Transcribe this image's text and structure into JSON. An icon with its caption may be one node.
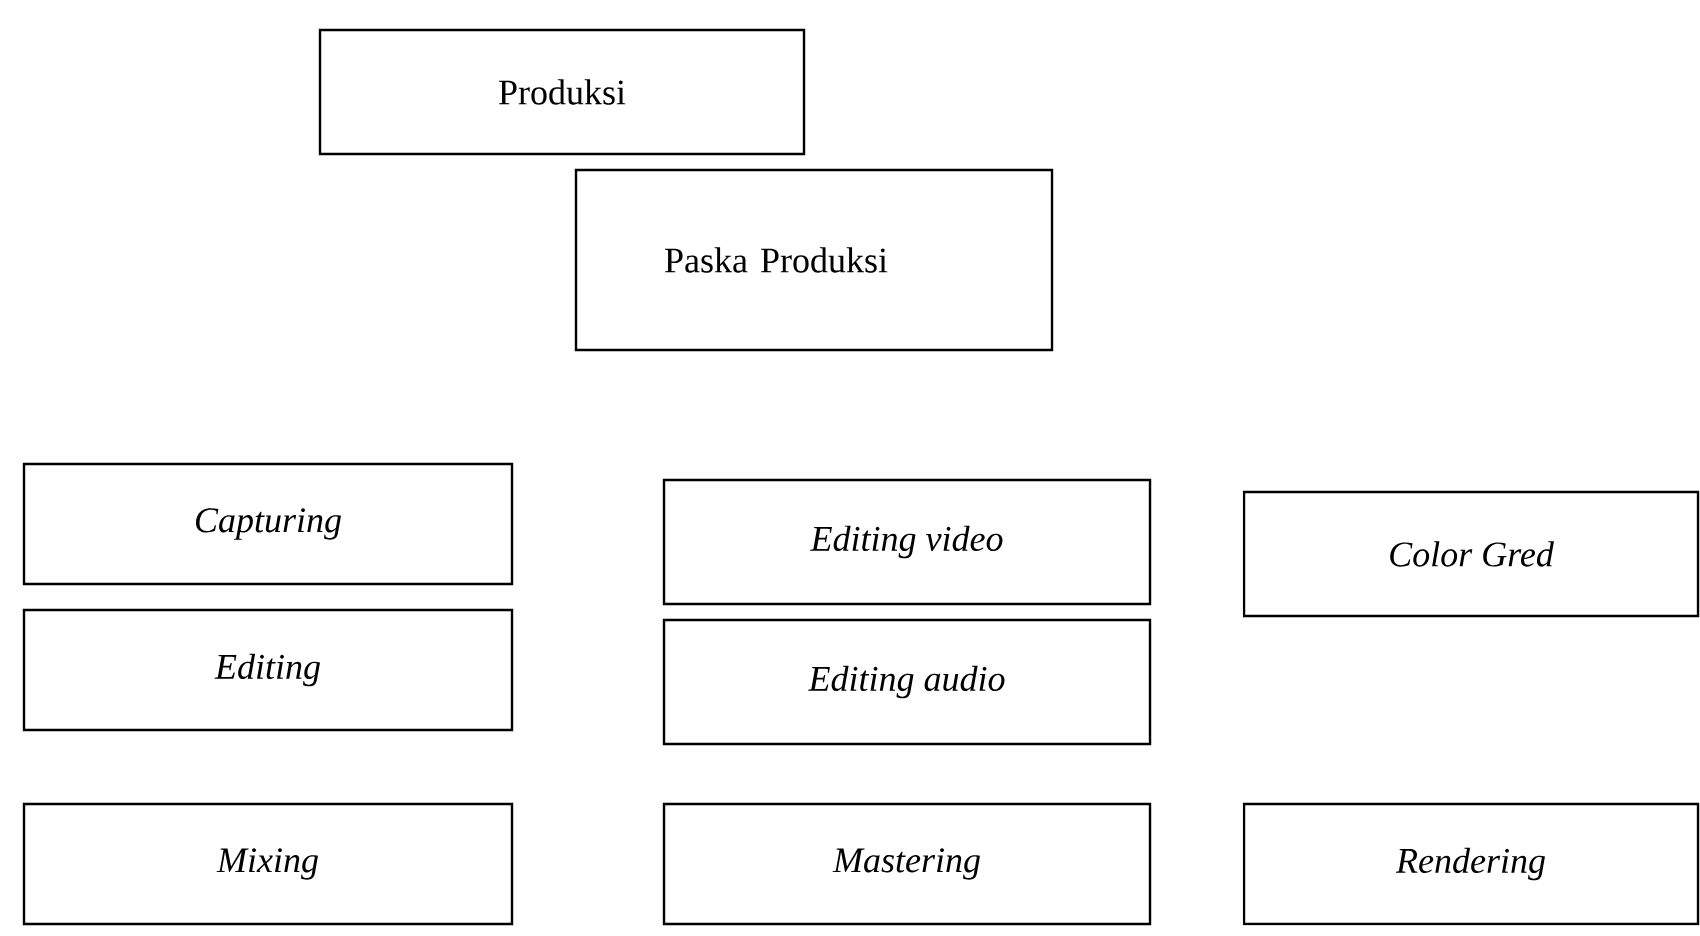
{
  "diagram": {
    "nodes": [
      {
        "text": [
          "Produksi"
        ]
      },
      {
        "text": [
          "Paska Produksi"
        ]
      },
      {
        "text": [
          "Capturing"
        ]
      },
      {
        "text": [
          "Editing video"
        ]
      },
      {
        "text": [
          "Color Gred"
        ]
      },
      {
        "text": [
          "Editing"
        ]
      },
      {
        "text": [
          "Editing audio"
        ]
      },
      {
        "text": [
          "Mixing"
        ]
      },
      {
        "text": [
          "Mastering"
        ]
      },
      {
        "text": [
          "Rendering"
        ]
      }
    ]
  }
}
